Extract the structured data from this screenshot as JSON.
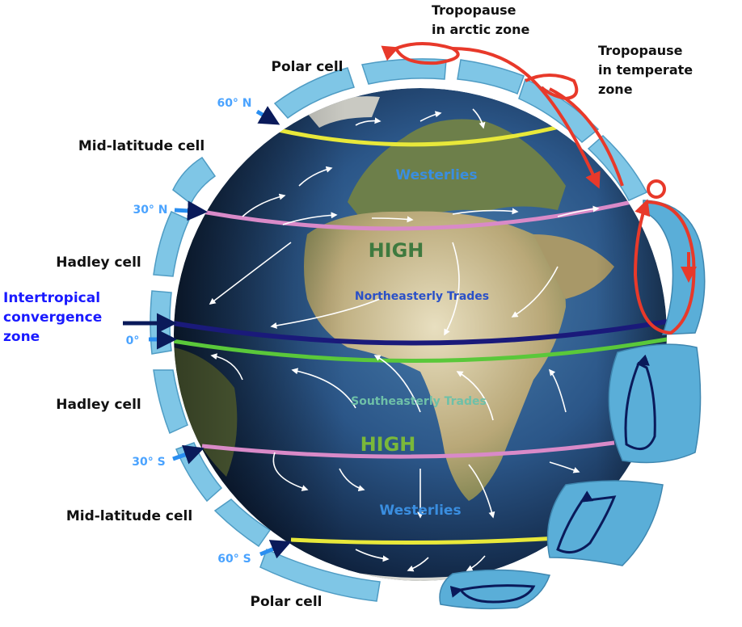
{
  "cells": {
    "polar_top": "Polar cell",
    "mid_north": "Mid-latitude cell",
    "hadley_north": "Hadley cell",
    "hadley_south": "Hadley cell",
    "mid_south": "Mid-latitude cell",
    "polar_bottom": "Polar cell"
  },
  "latitudes": {
    "n60": "60° N",
    "n30": "30° N",
    "eq": "0°",
    "s30": "30° S",
    "s60": "60° S"
  },
  "itcz": {
    "line1": "Intertropical",
    "line2": "convergence",
    "line3": "zone"
  },
  "tropopause": {
    "arctic_line1": "Tropopause",
    "arctic_line2": "in arctic zone",
    "temperate_line1": "Tropopause",
    "temperate_line2": "in temperate",
    "temperate_line3": "zone"
  },
  "winds": {
    "westerlies_north": "Westerlies",
    "high_north": "HIGH",
    "ne_trades": "Northeasterly Trades",
    "se_trades": "Southeasterly Trades",
    "high_south": "HIGH",
    "westerlies_south": "Westerlies"
  },
  "colors": {
    "lat_60": "#e8e83a",
    "lat_30": "#d98ac8",
    "equator": "#1a1a7a",
    "equator_green": "#5ac83a",
    "tropopause": "#e8392a",
    "cell_band": "#7fc6e6",
    "label_blue": "#4aa3ff"
  },
  "icons": {
    "latitude_pointer": "arrow-right-icon",
    "wind": "curved-arrow-icon",
    "circulation": "loop-arrow-icon"
  }
}
